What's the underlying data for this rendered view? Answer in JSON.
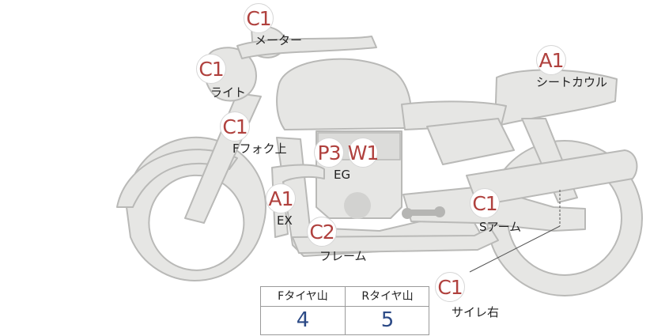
{
  "markers": {
    "meter": {
      "grade": "C1",
      "part": "メーター"
    },
    "light": {
      "grade": "C1",
      "part": "ライト"
    },
    "fork": {
      "grade": "C1",
      "part": "Fフォク上"
    },
    "engine": {
      "grade_p": "P3",
      "grade_w": "W1",
      "part": "EG"
    },
    "exhaust": {
      "grade": "A1",
      "part": "EX"
    },
    "frame": {
      "grade": "C2",
      "part": "フレーム"
    },
    "swingarm": {
      "grade": "C1",
      "part": "Sアーム"
    },
    "seat_cowl": {
      "grade": "A1",
      "part": "シートカウル"
    },
    "silencer_right": {
      "grade": "C1",
      "part": "サイレ右"
    }
  },
  "tread_table": {
    "front_header": "Fタイヤ山",
    "rear_header": "Rタイヤ山",
    "front_value": "4",
    "rear_value": "5"
  },
  "colors": {
    "grade_text": "#b0413e",
    "value_text": "#2c4a86",
    "bike_fill": "#e6e6e4",
    "bike_stroke": "#b9b9b7"
  }
}
